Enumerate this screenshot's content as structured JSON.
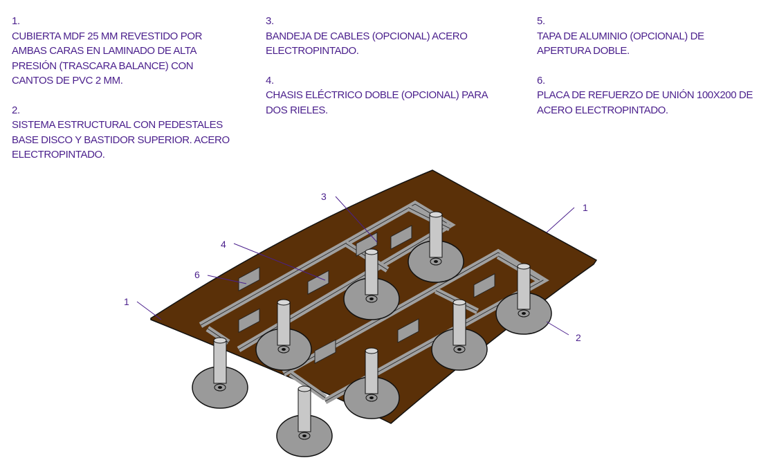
{
  "notes": [
    {
      "num": "1.",
      "lines": [
        "CUBIERTA MDF 25 MM REVESTIDO POR",
        "AMBAS CARAS EN LAMINADO DE ALTA",
        "PRESIÓN (TRASCARA BALANCE) CON",
        "CANTOS DE PVC 2 MM."
      ]
    },
    {
      "num": "2.",
      "lines": [
        "SISTEMA ESTRUCTURAL CON PEDESTALES",
        "BASE DISCO Y BASTIDOR SUPERIOR. ACERO",
        "ELECTROPINTADO."
      ]
    },
    {
      "num": "3.",
      "lines": [
        "BANDEJA DE CABLES (OPCIONAL) ACERO",
        "ELECTROPINTADO."
      ]
    },
    {
      "num": "4.",
      "lines": [
        "CHASIS ELÉCTRICO DOBLE (OPCIONAL) PARA",
        "DOS RIELES."
      ]
    },
    {
      "num": "5.",
      "lines": [
        "TAPA DE ALUMINIO (OPCIONAL) DE",
        "APERTURA DOBLE."
      ]
    },
    {
      "num": "6.",
      "lines": [
        "PLACA DE REFUERZO DE UNIÓN 100X200 DE",
        "ACERO ELECTROPINTADO."
      ]
    }
  ],
  "callouts": {
    "c3": "3",
    "c4": "4",
    "c6": "6",
    "c1_left": "1",
    "c1_right": "1",
    "c2": "2"
  },
  "colors": {
    "text": "#4a1f8c",
    "top": "#5a3008",
    "steel": "#a0a0a0",
    "disc": "#9a9a9a"
  }
}
